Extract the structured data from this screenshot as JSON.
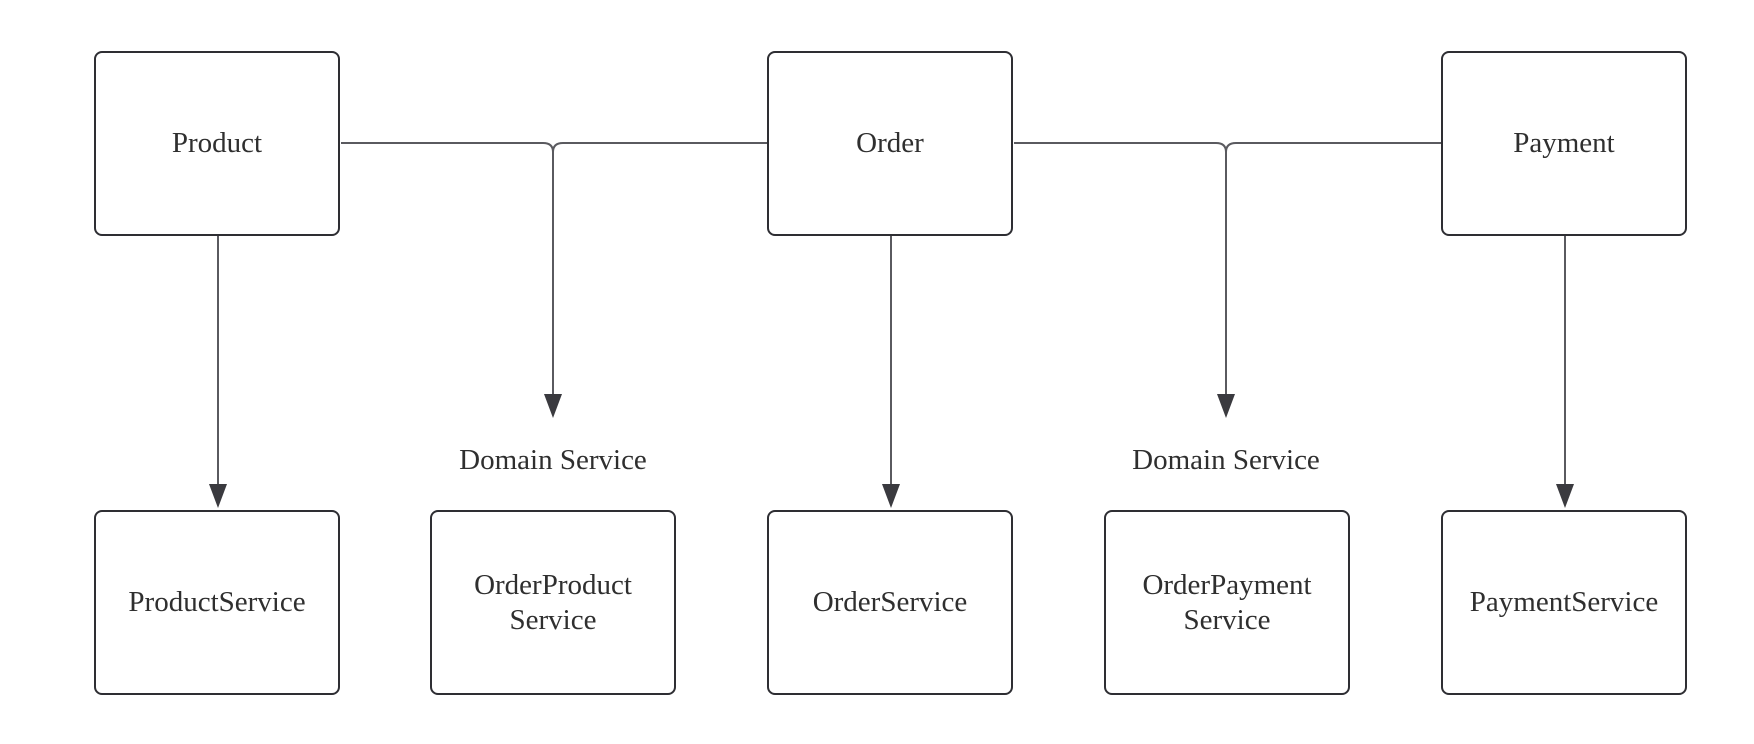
{
  "diagram": {
    "entities": {
      "product": "Product",
      "order": "Order",
      "payment": "Payment"
    },
    "services": {
      "product_service": "ProductService",
      "order_product_service": "OrderProduct\nService",
      "order_service": "OrderService",
      "order_payment_service": "OrderPayment\nService",
      "payment_service": "PaymentService"
    },
    "annotations": {
      "domain_service_left": "Domain Service",
      "domain_service_right": "Domain Service"
    },
    "colors": {
      "stroke": "#2e2e33",
      "line": "#5a5a5f",
      "arrow": "#3a3a3f",
      "text": "#2f2f2f",
      "background": "#ffffff"
    }
  }
}
